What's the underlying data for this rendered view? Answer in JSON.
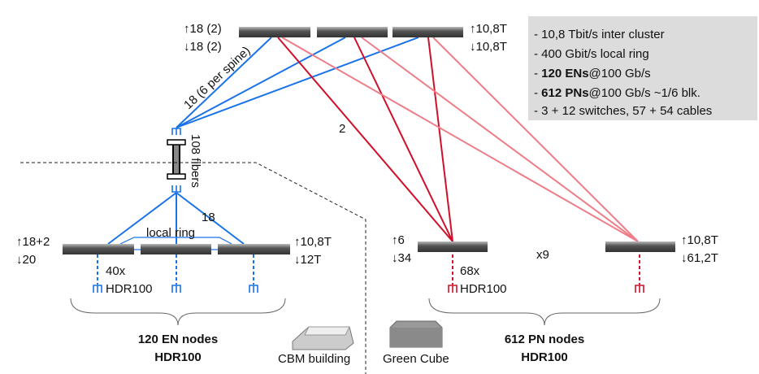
{
  "spine": {
    "left_up": "↑18 (2)",
    "left_down": "↓18 (2)",
    "right_up": "↑10,8T",
    "right_down": "↓10,8T",
    "link_label": "18 (6 per spine)"
  },
  "fibers_label": "108 fibers",
  "red_link_label": "2",
  "summary": [
    {
      "bold": "",
      "text": "- 10,8 Tbit/s inter cluster"
    },
    {
      "bold": "",
      "text": "- 400 Gbit/s local ring"
    },
    {
      "prefix": "- ",
      "bold": "120 ENs",
      "text": "@100 Gb/s"
    },
    {
      "prefix": "- ",
      "bold": "612 PNs",
      "text": "@100 Gb/s ~1/6 blk."
    },
    {
      "bold": "",
      "text": "- 3 + 12 switches, 57 + 54 cables"
    }
  ],
  "en": {
    "left_up": "↑18+2",
    "left_down": "↓20",
    "right_up": "↑10,8T",
    "right_down": "↓12T",
    "ring_label": "local ring",
    "uplink_label": "18",
    "ports_count": "40x",
    "ports_type": "HDR100",
    "title": "120 EN nodes",
    "subtitle": "HDR100",
    "building": "CBM building"
  },
  "pn": {
    "left_up": "↑6",
    "left_down": "↓34",
    "right_up": "↑10,8T",
    "right_down": "↓61,2T",
    "ports_count": "68x",
    "ports_type": "HDR100",
    "multiplier": "x9",
    "title": "612 PN nodes",
    "subtitle": "HDR100",
    "building": "Green Cube"
  },
  "colors": {
    "blue": "#1a73e8",
    "red": "#d0102a",
    "pink": "#ee7d88",
    "box": "#dcdcdc"
  }
}
